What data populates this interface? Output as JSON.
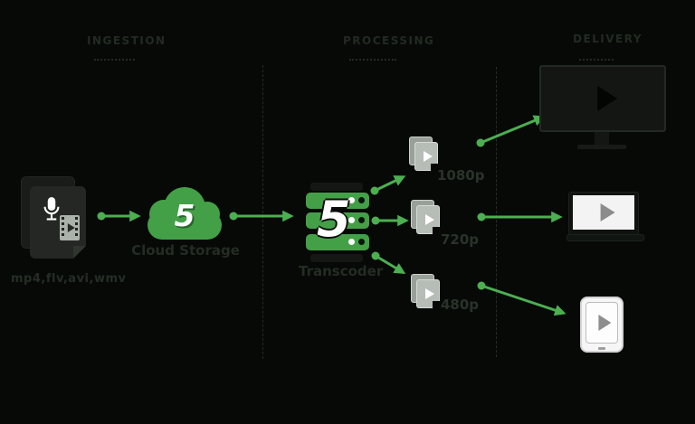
{
  "sections": [
    {
      "label": "INGESTION"
    },
    {
      "label": "PROCESSING"
    },
    {
      "label": "DELIVERY"
    }
  ],
  "source": {
    "label": "mp4,flv,avi,wmv",
    "icons": [
      "media-files-icon",
      "microphone-icon",
      "filmstrip-icon"
    ]
  },
  "cloud": {
    "logo": "5",
    "label": "Cloud Storage",
    "icon": "cloud-icon"
  },
  "transcoder": {
    "logo": "5",
    "label": "Transcoder",
    "icon": "server-stack-icon"
  },
  "renditions": [
    {
      "label": "1080p",
      "icon": "video-file-icon"
    },
    {
      "label": "720p",
      "icon": "video-file-icon"
    },
    {
      "label": "480p",
      "icon": "video-file-icon"
    }
  ],
  "devices": [
    {
      "icon": "tv-icon"
    },
    {
      "icon": "laptop-icon"
    },
    {
      "icon": "tablet-icon"
    }
  ],
  "colors": {
    "background": "#070907",
    "brand_green": "#43a047",
    "arrow_green": "#4caf50",
    "muted_text": "#242c24",
    "file_gray": "#b6bcb6",
    "device_white": "#f3f3f3"
  }
}
